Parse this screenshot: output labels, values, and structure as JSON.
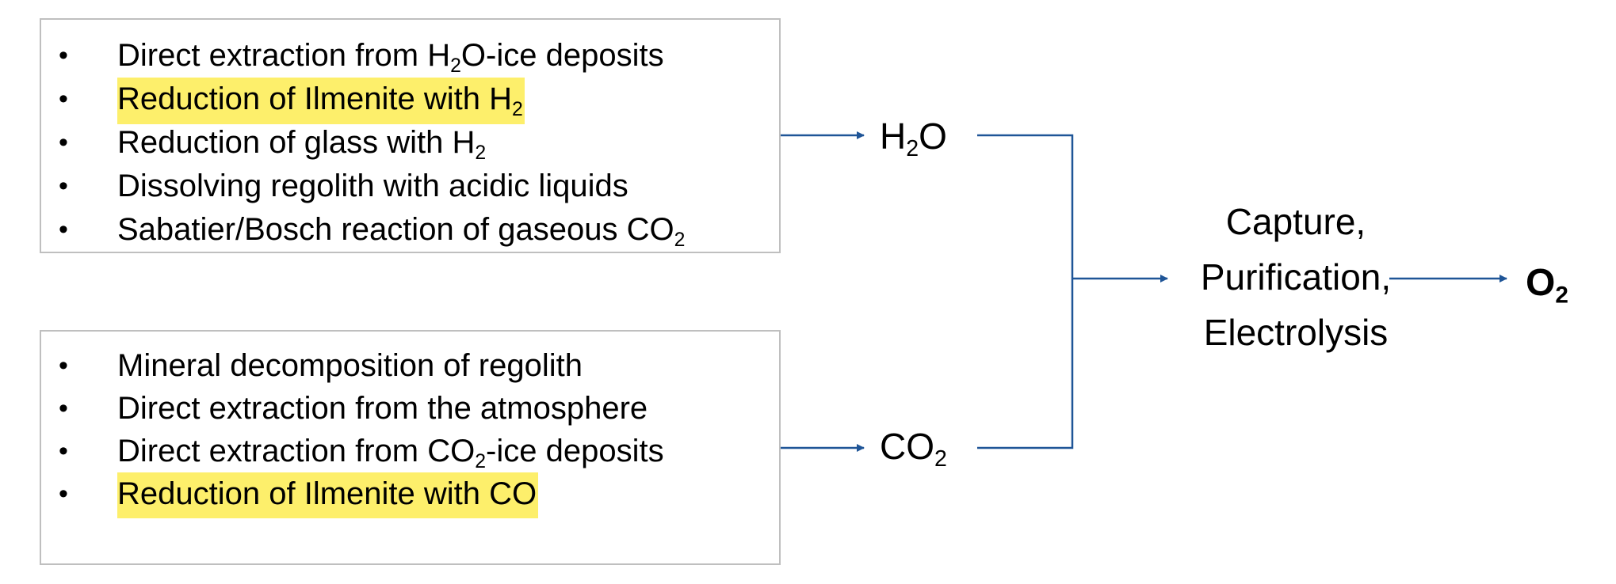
{
  "box_top": {
    "items": [
      {
        "pre": "Direct extraction from H",
        "sub": "2",
        "post": "O-ice deposits",
        "highlight": false
      },
      {
        "pre": "Reduction of Ilmenite with H",
        "sub": "2",
        "post": "",
        "highlight": true
      },
      {
        "pre": "Reduction of glass with H",
        "sub": "2",
        "post": "",
        "highlight": false
      },
      {
        "pre": "Dissolving regolith with acidic liquids",
        "sub": "",
        "post": "",
        "highlight": false
      },
      {
        "pre": "Sabatier/Bosch reaction of gaseous CO",
        "sub": "2",
        "post": "",
        "highlight": false
      }
    ]
  },
  "box_bottom": {
    "items": [
      {
        "pre": "Mineral decomposition of regolith",
        "sub": "",
        "post": "",
        "highlight": false
      },
      {
        "pre": "Direct extraction from the atmosphere",
        "sub": "",
        "post": "",
        "highlight": false
      },
      {
        "pre": "Direct extraction from CO",
        "sub": "2",
        "post": "-ice deposits",
        "highlight": false
      },
      {
        "pre": "Reduction of Ilmenite with CO",
        "sub": "",
        "post": "",
        "highlight": true
      }
    ]
  },
  "bullet_char": "•",
  "nodes": {
    "h2o": {
      "pre": "H",
      "sub": "2",
      "post": "O"
    },
    "co2": {
      "pre": "CO",
      "sub": "2",
      "post": ""
    },
    "process": {
      "line1": "Capture,",
      "line2": "Purification,",
      "line3": "Electrolysis"
    },
    "o2": {
      "pre": "O",
      "sub": "2"
    }
  },
  "colors": {
    "arrow": "#1f5597",
    "highlight": "#fdef6b",
    "box_border": "#bfbfbf",
    "text": "#000000"
  }
}
